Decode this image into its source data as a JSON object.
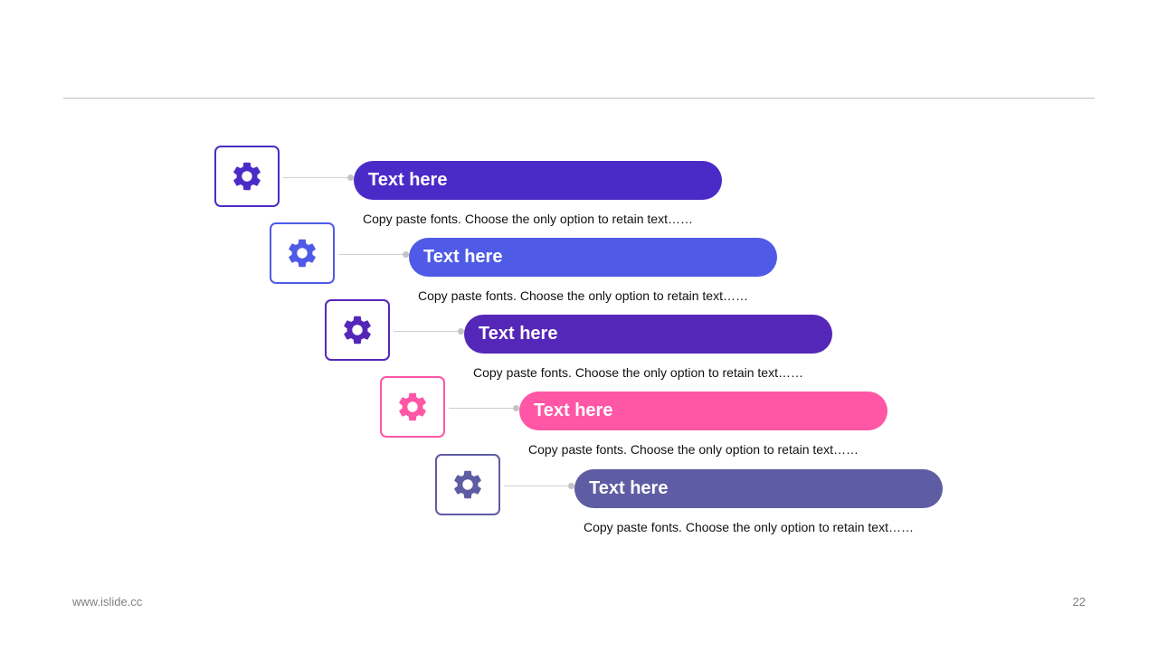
{
  "steps": [
    {
      "title": "Text here",
      "description": "Copy paste fonts. Choose the only option to retain text……",
      "color": "#4b2bc7",
      "icon": "gear-icon"
    },
    {
      "title": "Text here",
      "description": "Copy paste fonts. Choose the only option to retain text……",
      "color": "#4f5be6",
      "icon": "gear-icon"
    },
    {
      "title": "Text here",
      "description": "Copy paste fonts. Choose the only option to retain text……",
      "color": "#5527b8",
      "icon": "gear-icon"
    },
    {
      "title": "Text here",
      "description": "Copy paste fonts. Choose the only option to retain text……",
      "color": "#ff56a6",
      "icon": "gear-icon"
    },
    {
      "title": "Text here",
      "description": "Copy paste fonts. Choose the only option to retain text……",
      "color": "#5e5ca2",
      "icon": "gear-icon"
    }
  ],
  "footer": {
    "site": "www.islide.cc",
    "page": "22"
  }
}
